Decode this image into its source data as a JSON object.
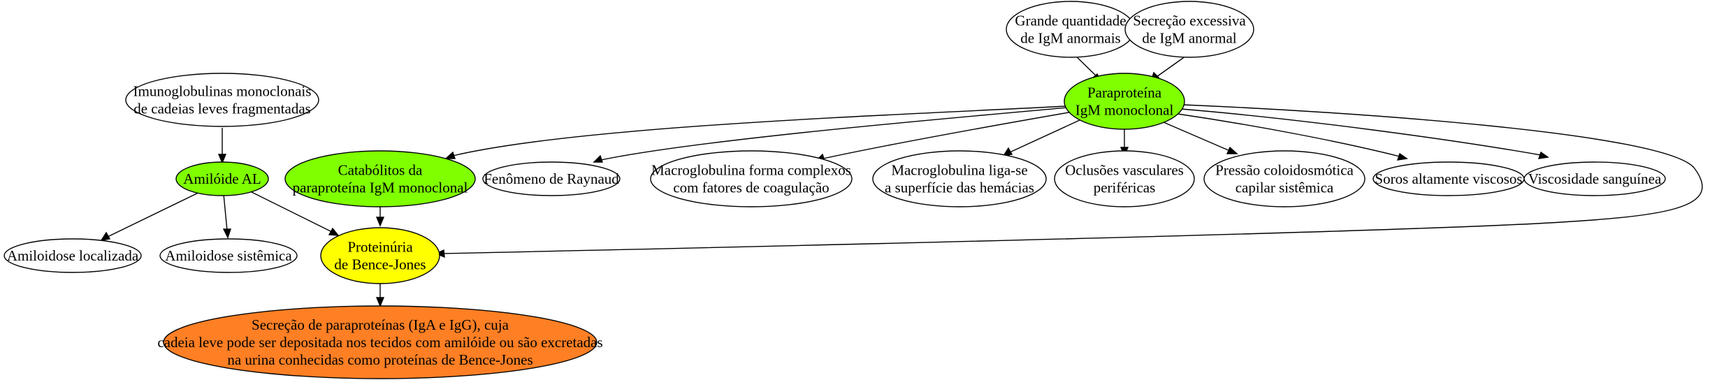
{
  "diagram": {
    "nodes": {
      "grande_qtd": {
        "lines": [
          "Grande quantidade",
          "de IgM anormais"
        ],
        "fill": "#ffffff"
      },
      "secrecao_exc": {
        "lines": [
          "Secreção excessiva",
          "de IgM anormal"
        ],
        "fill": "#ffffff"
      },
      "paraproteina": {
        "lines": [
          "Paraproteína",
          "IgM monoclonal"
        ],
        "fill": "#7fff00"
      },
      "imunoglobulinas": {
        "lines": [
          "Imunoglobulinas monoclonais",
          "de cadeias leves fragmentadas"
        ],
        "fill": "#ffffff"
      },
      "amiloide_al": {
        "lines": [
          "Amilóide AL"
        ],
        "fill": "#7fff00"
      },
      "catabolitos": {
        "lines": [
          "Catabólitos da",
          "paraproteína IgM monoclonal"
        ],
        "fill": "#7fff00"
      },
      "raynaud": {
        "lines": [
          "Fenômeno de Raynaud"
        ],
        "fill": "#ffffff"
      },
      "macro_complexos": {
        "lines": [
          "Macroglobulina forma complexos",
          "com fatores de coagulação"
        ],
        "fill": "#ffffff"
      },
      "macro_hemacias": {
        "lines": [
          "Macroglobulina liga-se",
          "a superfície das hemácias"
        ],
        "fill": "#ffffff"
      },
      "oclusoes": {
        "lines": [
          "Oclusões vasculares",
          "periféricas"
        ],
        "fill": "#ffffff"
      },
      "pressao": {
        "lines": [
          "Pressão coloidosmótica",
          "capilar sistêmica"
        ],
        "fill": "#ffffff"
      },
      "soros": {
        "lines": [
          "Soros altamente viscosos"
        ],
        "fill": "#ffffff"
      },
      "viscosidade": {
        "lines": [
          "Viscosidade sanguínea"
        ],
        "fill": "#ffffff"
      },
      "amiloidose_loc": {
        "lines": [
          "Amiloidose localizada"
        ],
        "fill": "#ffffff"
      },
      "amiloidose_sis": {
        "lines": [
          "Amiloidose sistêmica"
        ],
        "fill": "#ffffff"
      },
      "proteinuria": {
        "lines": [
          "Proteinúria",
          "de Bence-Jones"
        ],
        "fill": "#ffff00"
      },
      "secrecao_para": {
        "lines": [
          "Secreção de paraproteínas (IgA e IgG), cuja",
          "cadeia leve pode ser depositada nos tecidos com amilóide ou são excretadas",
          "na urina conhecidas como proteínas de Bence-Jones"
        ],
        "fill": "#ff7f24"
      }
    }
  }
}
